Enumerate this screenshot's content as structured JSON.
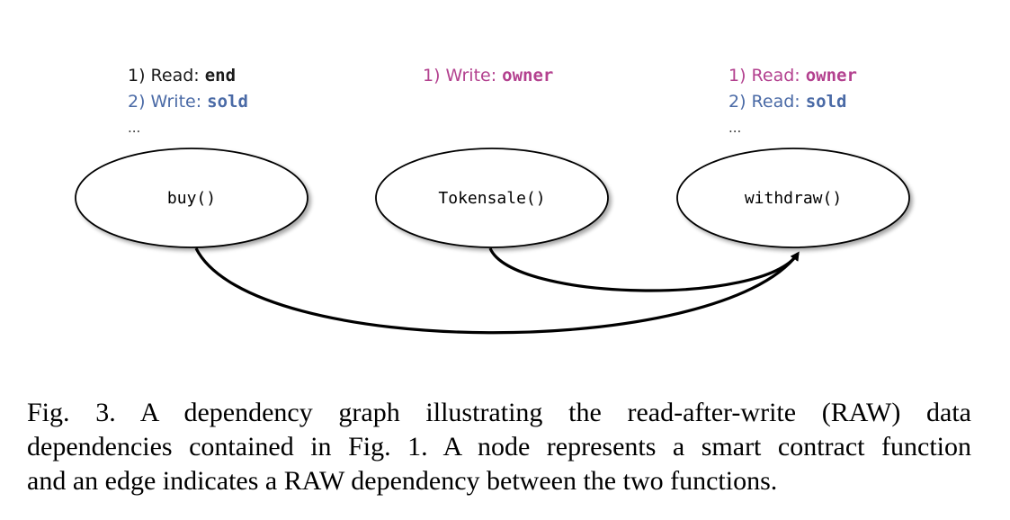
{
  "nodes": [
    {
      "id": "buy",
      "label": "buy()"
    },
    {
      "id": "tokensale",
      "label": "Tokensale()"
    },
    {
      "id": "withdraw",
      "label": "withdraw()"
    }
  ],
  "edges": [
    {
      "from": "buy",
      "to": "withdraw"
    },
    {
      "from": "tokensale",
      "to": "withdraw"
    }
  ],
  "annotations": {
    "buy": {
      "lines": [
        {
          "prefix": "1) Read: ",
          "var": "end",
          "color": "#1a1a1a"
        },
        {
          "prefix": "2) Write: ",
          "var": "sold",
          "color": "#4a6aa6"
        }
      ],
      "ellipsis": "..."
    },
    "tokensale": {
      "lines": [
        {
          "prefix": "1) Write: ",
          "var": "owner",
          "color": "#b3418f"
        }
      ]
    },
    "withdraw": {
      "lines": [
        {
          "prefix": "1) Read: ",
          "var": "owner",
          "color": "#b3418f"
        },
        {
          "prefix": "2) Read: ",
          "var": "sold",
          "color": "#4a6aa6"
        }
      ],
      "ellipsis": "..."
    }
  },
  "caption": {
    "lines": [
      "Fig. 3.   A dependency graph illustrating the read-after-write (RAW) data",
      "dependencies contained in Fig. 1. A node represents a smart contract function",
      "and an edge indicates a RAW dependency between the two functions."
    ]
  }
}
